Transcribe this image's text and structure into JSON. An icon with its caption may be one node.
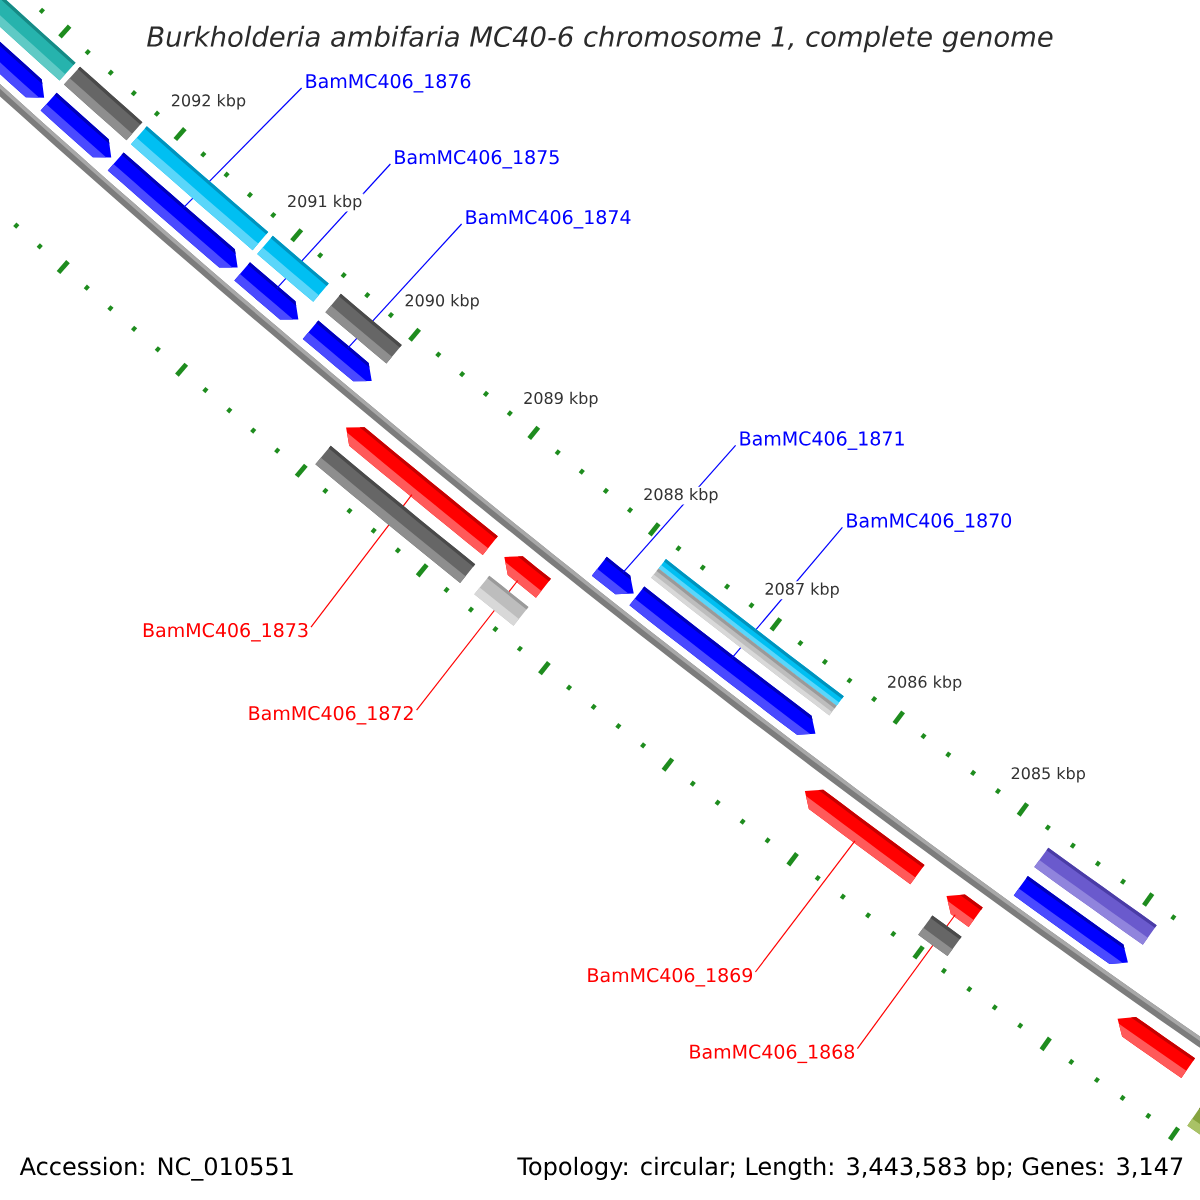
{
  "diagram": {
    "title": "Burkholderia ambifaria MC40-6 chromosome 1, complete genome",
    "nodes": [
      {
        "text": [
          "BamMC406_1876"
        ]
      },
      {
        "text": [
          "BamMC406_1875"
        ]
      },
      {
        "text": [
          "BamMC406_1874"
        ]
      },
      {
        "text": [
          "BamMC406_1871"
        ]
      },
      {
        "text": [
          "BamMC406_1870"
        ]
      },
      {
        "text": [
          "BamMC406_1873"
        ]
      },
      {
        "text": [
          "BamMC406_1872"
        ]
      },
      {
        "text": [
          "BamMC406_1869"
        ]
      },
      {
        "text": [
          "BamMC406_1868"
        ]
      },
      {
        "text": [],
        "shape": "arrow"
      },
      {
        "text": [],
        "shape": "arrow"
      },
      {
        "text": [],
        "shape": "arrow"
      },
      {
        "text": [],
        "shape": "arrow"
      },
      {
        "text": [],
        "shape": "arrow"
      },
      {
        "text": [],
        "shape": "arrow"
      },
      {
        "text": [],
        "shape": "arrow"
      },
      {
        "text": [],
        "shape": "arrow"
      },
      {
        "text": [],
        "shape": "arrow"
      },
      {
        "text": [],
        "shape": "arrow"
      },
      {
        "text": [],
        "shape": "arrow"
      },
      {
        "text": [],
        "shape": "arrow"
      },
      {
        "text": [],
        "shape": "arrow"
      }
    ],
    "edges": [
      {
        "from": 0,
        "to": 11,
        "arrow": "none"
      },
      {
        "from": 1,
        "to": 12,
        "arrow": "none"
      },
      {
        "from": 2,
        "to": 13,
        "arrow": "none"
      },
      {
        "from": 3,
        "to": 16,
        "arrow": "none"
      },
      {
        "from": 4,
        "to": 17,
        "arrow": "none"
      },
      {
        "from": 5,
        "to": 14,
        "arrow": "none",
        "color": "#ff0000"
      },
      {
        "from": 6,
        "to": 15,
        "arrow": "none",
        "color": "#ff0000"
      },
      {
        "from": 7,
        "to": 18,
        "arrow": "none",
        "color": "#ff0000"
      },
      {
        "from": 8,
        "to": 19,
        "arrow": "none",
        "color": "#ff0000"
      }
    ],
    "labels": [
      "2092 kbp",
      "2091 kbp",
      "2090 kbp",
      "2089 kbp",
      "2088 kbp",
      "2087 kbp",
      "2086 kbp",
      "2085 kbp",
      "Accession: NC_010551",
      "Topology: circular; Length: 3,443,583 bp; Genes: 3,147"
    ]
  }
}
